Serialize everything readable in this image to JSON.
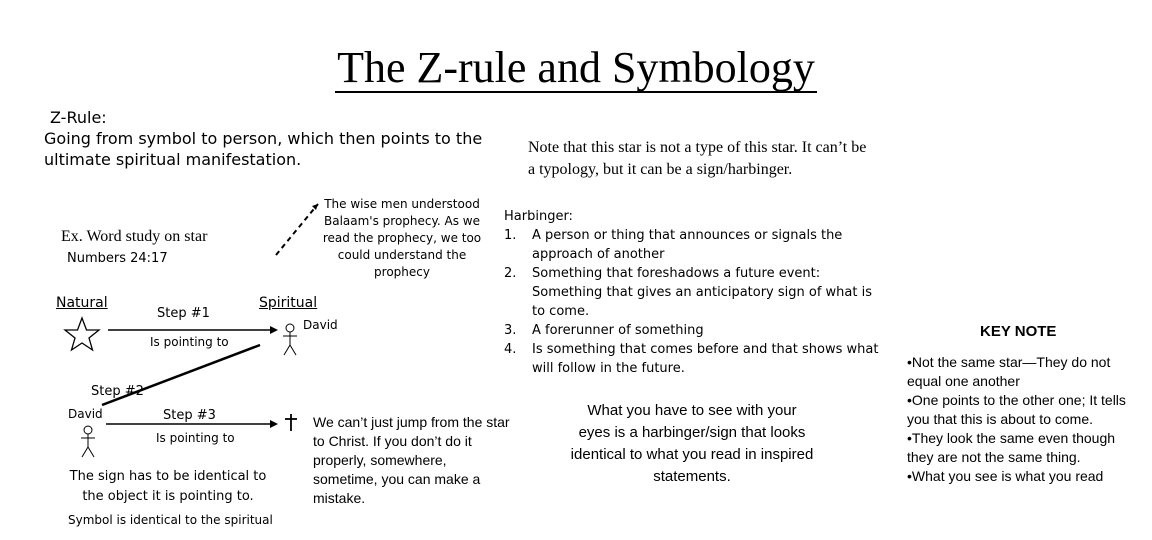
{
  "title": "The Z-rule and Symbology",
  "zrule": {
    "label": "Z-Rule:",
    "line1": "Going from symbol to person, which then points to the",
    "line2": "ultimate spiritual manifestation."
  },
  "wise_men": "The wise men understood Balaam's prophecy. As we read the prophecy, we too could understand the prophecy",
  "note": "Note that this star is not a type of this star. It can’t be a typology, but it can be a sign/harbinger.",
  "harbinger": {
    "heading": "Harbinger:",
    "items": [
      {
        "num": "1.",
        "text": "A person or thing that announces or signals the approach of another"
      },
      {
        "num": "2.",
        "text": "Something that foreshadows a future event: Something that gives an anticipatory sign of what is to come."
      },
      {
        "num": "3.",
        "text": "A forerunner of something"
      },
      {
        "num": "4.",
        "text": "Is something that comes before and that shows what will follow in the future."
      }
    ]
  },
  "key_note": {
    "title": "KEY NOTE",
    "items": [
      "•Not the same star—They do not equal one another",
      "•One points to the other one; It tells you that this is about to come.",
      "•They look the same even though they are not the same thing.",
      "•What you see is what you read"
    ]
  },
  "diagram": {
    "example": "Ex. Word study on star",
    "reference": "Numbers 24:17",
    "natural": "Natural",
    "spiritual": "Spiritual",
    "step1": "Step #1",
    "is_pointing_to_1": "Is pointing to",
    "david_1": "David",
    "step2": "Step #2",
    "david_2": "David",
    "step3": "Step #3",
    "is_pointing_to_2": "Is pointing to"
  },
  "jump_text": "We can’t just jump from the star to Christ. If you don’t do it properly, somewhere, sometime, you can make a mistake.",
  "sign_text": "The sign has to be identical to the object it is pointing to.",
  "symbol_text": "Symbol is identical to the spiritual",
  "center_text": "What you have to see with your eyes is a harbinger/sign that looks identical to what you read in inspired statements.",
  "icons": [
    "star-icon",
    "stick-figure-icon",
    "cross-icon"
  ]
}
